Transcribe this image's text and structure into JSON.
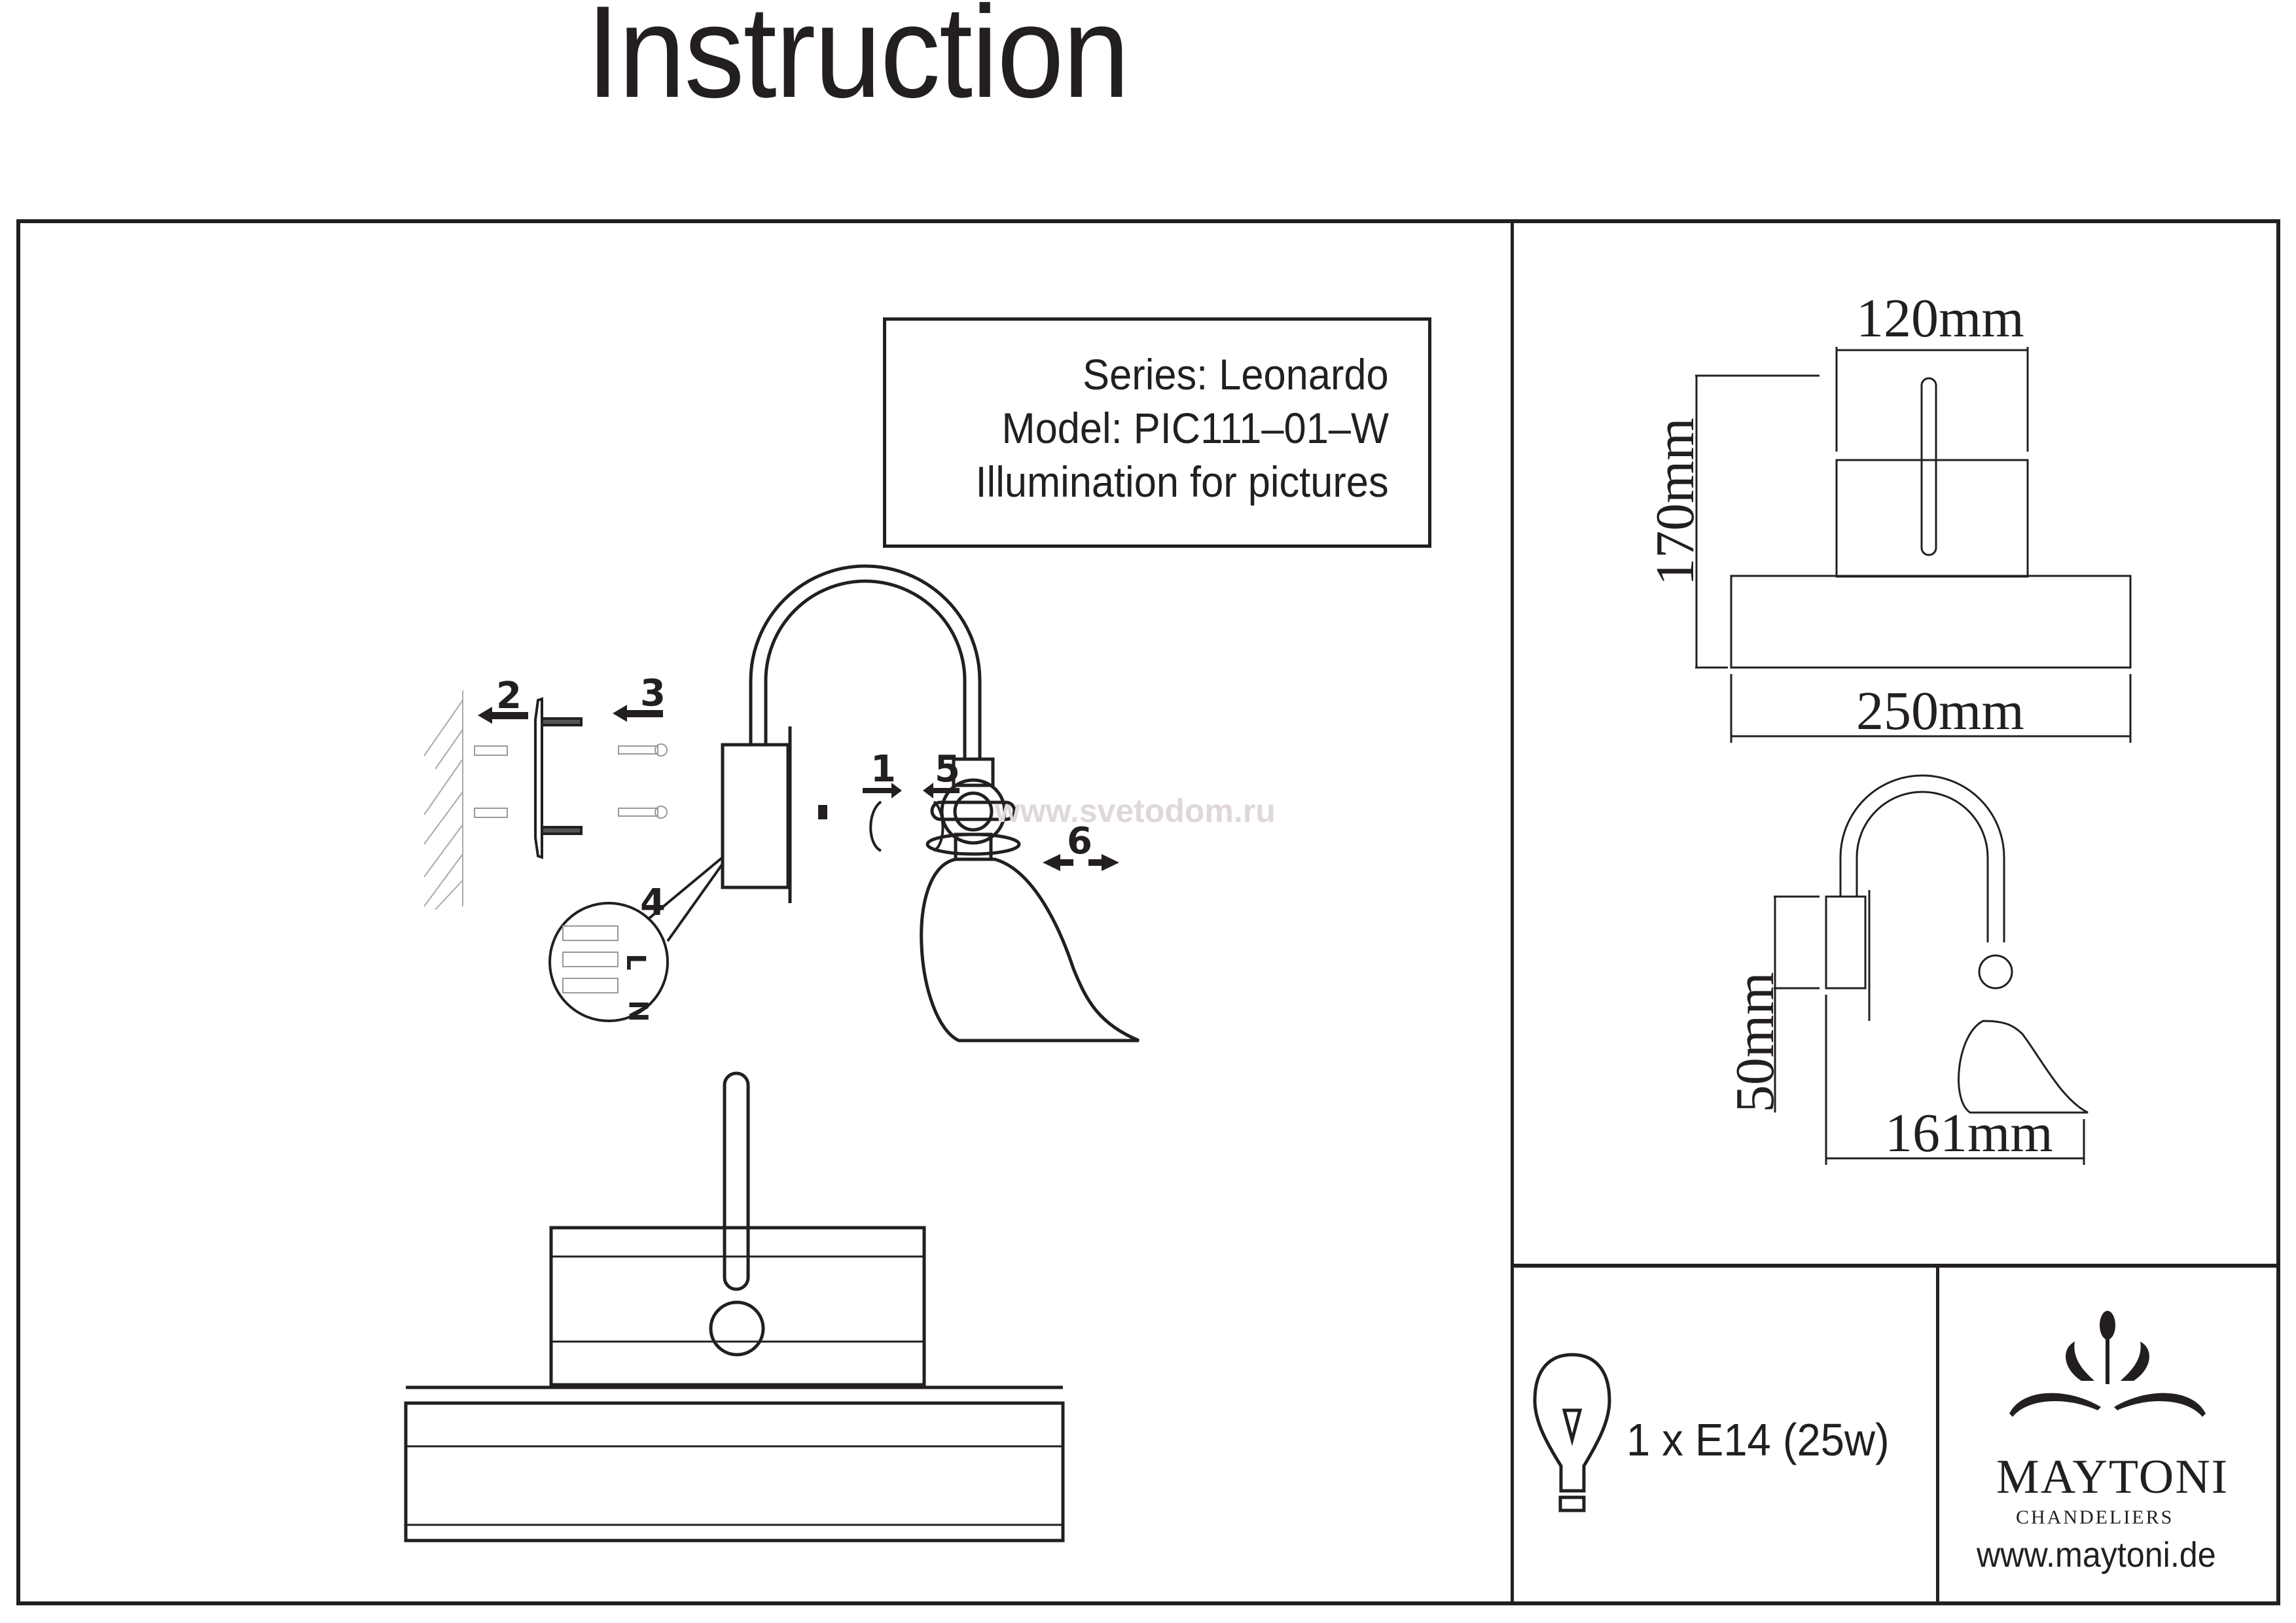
{
  "header": {
    "title": "Instruction"
  },
  "product_info": {
    "series": "Series: Leonardo",
    "model": "Model: PIC111–01–W",
    "description": "Illumination for pictures"
  },
  "assembly_steps": [
    {
      "number": "1",
      "icon": "arrow-right-rotate-icon"
    },
    {
      "number": "2",
      "icon": "arrow-left-icon"
    },
    {
      "number": "3",
      "icon": "arrow-left-icon"
    },
    {
      "number": "4",
      "icon": "wiring-detail-icon"
    },
    {
      "number": "5",
      "icon": "arrow-left-rotate-icon"
    },
    {
      "number": "6",
      "icon": "arrow-both-icon"
    }
  ],
  "wiring": {
    "live": "L",
    "neutral": "N"
  },
  "watermark": "www.svetodom.ru",
  "dimensions": {
    "top_width": "120mm",
    "height": "170mm",
    "base_width": "250mm",
    "mount_height": "50mm",
    "depth": "161mm"
  },
  "lamp": {
    "icon": "light-bulb-icon",
    "spec": "1 x E14 (25w)"
  },
  "brand": {
    "name": "MAYTONI",
    "subtitle": "CHANDELIERS",
    "url": "www.maytoni.de"
  }
}
